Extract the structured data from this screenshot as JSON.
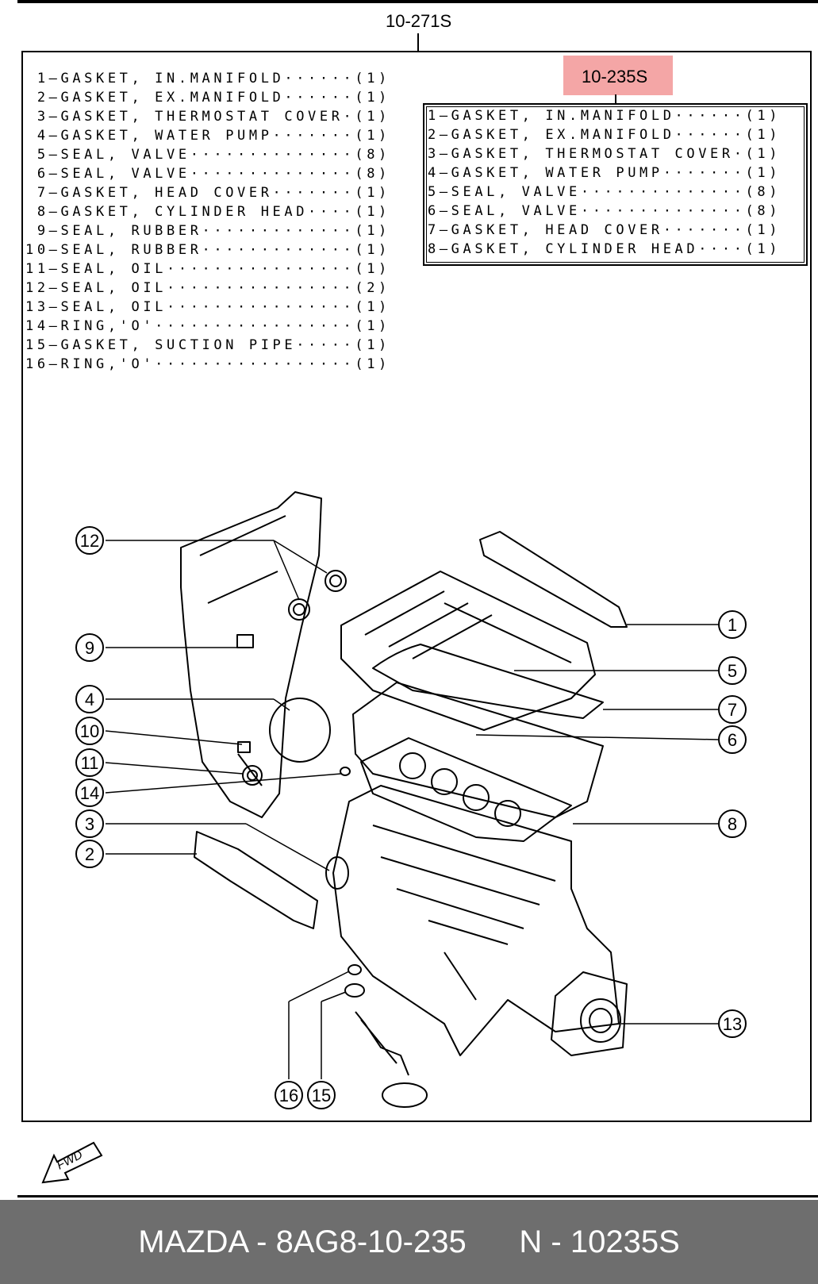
{
  "kit_number": "10-271S",
  "sub_kit_number": "10-235S",
  "parts_list": [
    {
      "text": " 1—GASKET, IN.MANIFOLD······(1)"
    },
    {
      "text": " 2—GASKET, EX.MANIFOLD······(1)"
    },
    {
      "text": " 3—GASKET, THERMOSTAT COVER·(1)"
    },
    {
      "text": " 4—GASKET, WATER PUMP·······(1)"
    },
    {
      "text": " 5—SEAL, VALVE··············(8)"
    },
    {
      "text": " 6—SEAL, VALVE··············(8)"
    },
    {
      "text": " 7—GASKET, HEAD COVER·······(1)"
    },
    {
      "text": " 8—GASKET, CYLINDER HEAD····(1)"
    },
    {
      "text": " 9—SEAL, RUBBER·············(1)"
    },
    {
      "text": "10—SEAL, RUBBER·············(1)"
    },
    {
      "text": "11—SEAL, OIL················(1)"
    },
    {
      "text": "12—SEAL, OIL················(2)"
    },
    {
      "text": "13—SEAL, OIL················(1)"
    },
    {
      "text": "14—RING,'O'·················(1)"
    },
    {
      "text": "15—GASKET, SUCTION PIPE·····(1)"
    },
    {
      "text": "16—RING,'O'·················(1)"
    }
  ],
  "sub_parts_list": [
    {
      "text": "1—GASKET, IN.MANIFOLD······(1)"
    },
    {
      "text": "2—GASKET, EX.MANIFOLD······(1)"
    },
    {
      "text": "3—GASKET, THERMOSTAT COVER·(1)"
    },
    {
      "text": "4—GASKET, WATER PUMP·······(1)"
    },
    {
      "text": "5—SEAL, VALVE··············(8)"
    },
    {
      "text": "6—SEAL, VALVE··············(8)"
    },
    {
      "text": "7—GASKET, HEAD COVER·······(1)"
    },
    {
      "text": "8—GASKET, CYLINDER HEAD····(1)"
    }
  ],
  "callouts": [
    "1",
    "2",
    "3",
    "4",
    "5",
    "6",
    "7",
    "8",
    "9",
    "10",
    "11",
    "12",
    "13",
    "14",
    "15",
    "16"
  ],
  "fwd_label": "FWD",
  "footer": {
    "brand": "MAZDA",
    "separator": " - ",
    "part_number": "8AG8-10-235",
    "kit_prefix": "N",
    "kit_code": "10235S"
  },
  "colors": {
    "highlight": "#f4a6a6",
    "footer_bg": "#6e6e6e",
    "footer_text": "#ffffff"
  }
}
